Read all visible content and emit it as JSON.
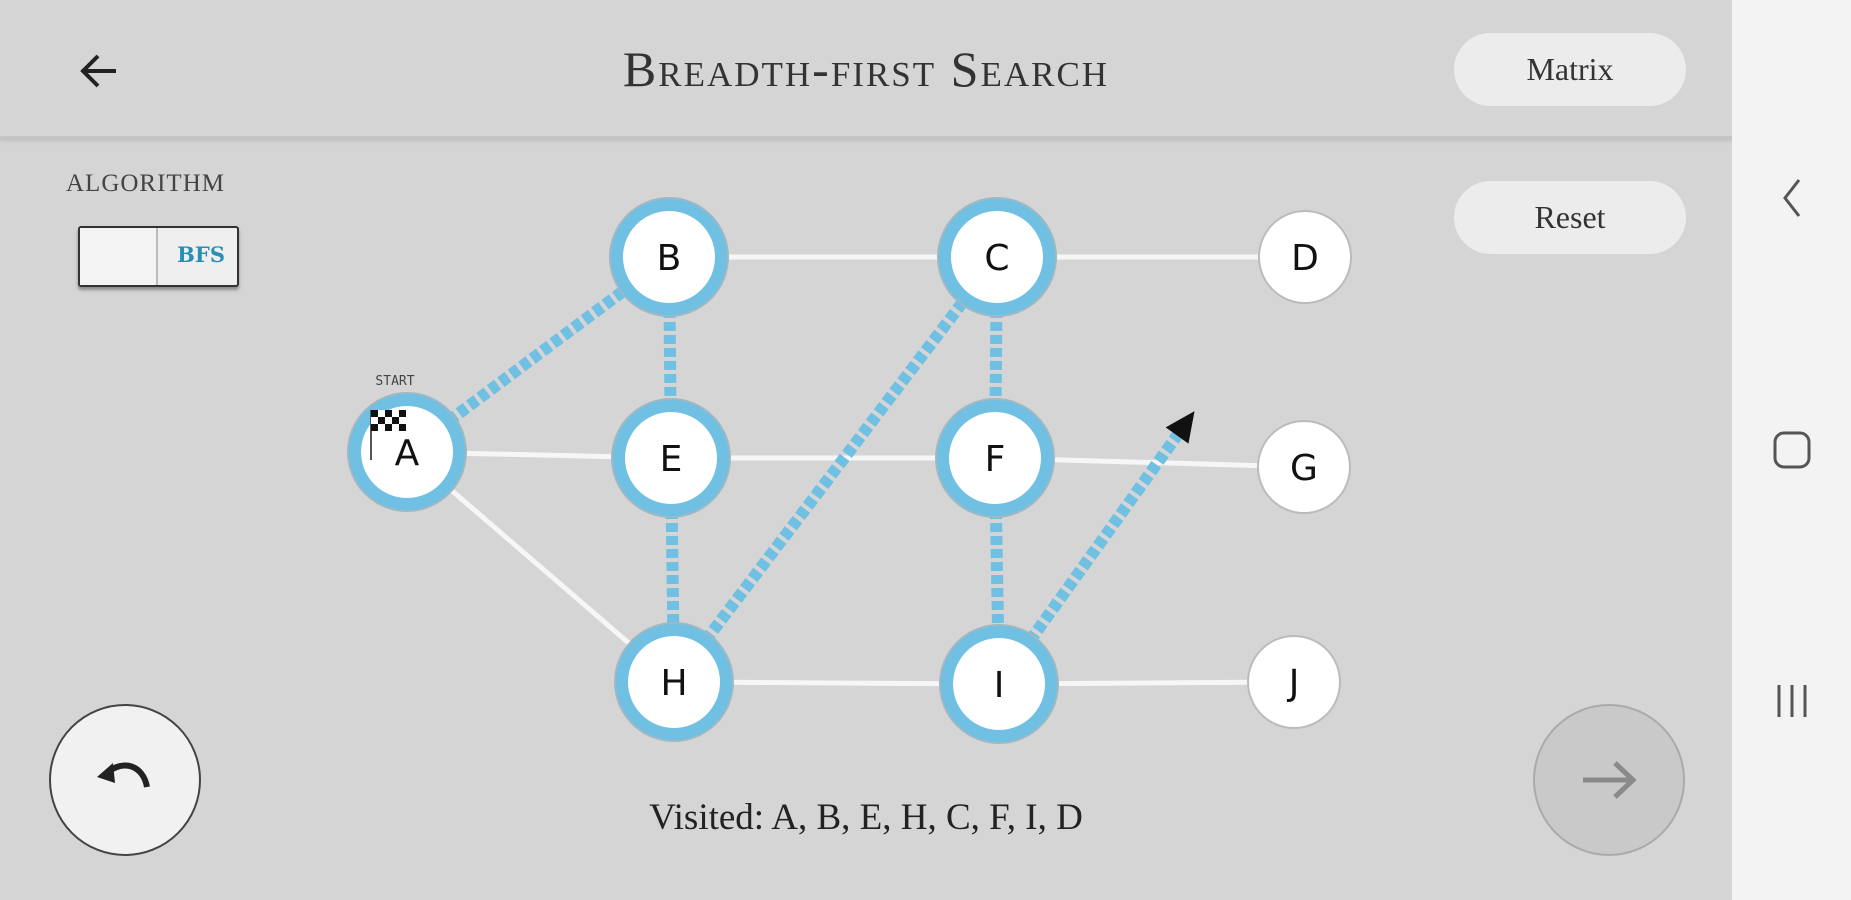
{
  "header": {
    "title": "Breadth-first Search",
    "matrix_label": "Matrix",
    "reset_label": "Reset"
  },
  "algorithm": {
    "label": "ALGORITHM",
    "value": "BFS"
  },
  "graph": {
    "start_label": "START",
    "visited_color": "#6fc0e2",
    "nodes": [
      {
        "id": "A",
        "visited": true,
        "start": true
      },
      {
        "id": "B",
        "visited": true
      },
      {
        "id": "C",
        "visited": true
      },
      {
        "id": "D",
        "visited": false
      },
      {
        "id": "E",
        "visited": true
      },
      {
        "id": "F",
        "visited": true
      },
      {
        "id": "G",
        "visited": false
      },
      {
        "id": "H",
        "visited": true
      },
      {
        "id": "I",
        "visited": true
      },
      {
        "id": "J",
        "visited": false
      }
    ],
    "edges": [
      [
        "A",
        "E"
      ],
      [
        "A",
        "H"
      ],
      [
        "B",
        "C"
      ],
      [
        "C",
        "D"
      ],
      [
        "E",
        "F"
      ],
      [
        "F",
        "G"
      ],
      [
        "H",
        "I"
      ],
      [
        "I",
        "J"
      ]
    ],
    "traversed_edges": [
      [
        "A",
        "B"
      ],
      [
        "B",
        "E"
      ],
      [
        "E",
        "H"
      ],
      [
        "H",
        "C"
      ],
      [
        "C",
        "F"
      ],
      [
        "F",
        "I"
      ]
    ],
    "current_edge": [
      "I",
      "D"
    ]
  },
  "visited_text": "Visited: A, B, E, H, C, F, I, D"
}
